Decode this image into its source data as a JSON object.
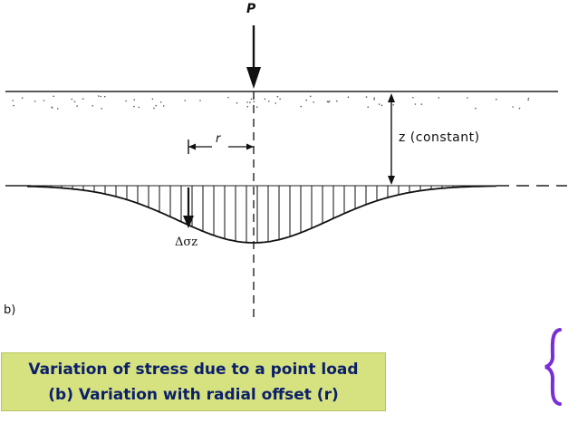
{
  "labels": {
    "load": "P",
    "radial_offset": "r",
    "depth": "z (constant)",
    "stress_increment": "Δσz",
    "panel": "b)"
  },
  "caption": {
    "line1": "Variation of stress due to a point load",
    "line2": "(b) Variation with radial offset (r)"
  },
  "colors": {
    "caption_bg": "#d6e17f",
    "caption_text": "#0b1f6b",
    "bracket": "#7a2fd6"
  }
}
